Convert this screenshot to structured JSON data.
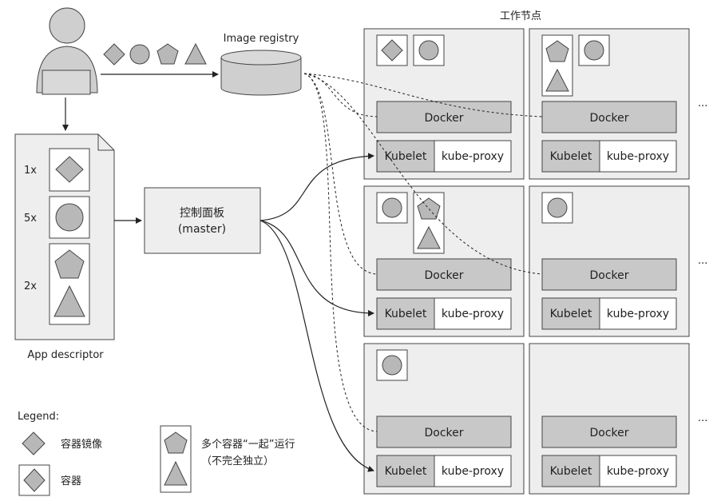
{
  "workers_title": "工作节点",
  "registry_label": "Image registry",
  "master": {
    "line1": "控制面板",
    "line2": "(master)"
  },
  "descriptor": {
    "label": "App descriptor",
    "rows": [
      {
        "count": "1x"
      },
      {
        "count": "5x"
      },
      {
        "count": "2x"
      }
    ]
  },
  "node": {
    "docker": "Docker",
    "kubelet": "Kubelet",
    "kube_proxy": "kube-proxy"
  },
  "more": "...",
  "legend": {
    "title": "Legend:",
    "image": "容器镜像",
    "container": "容器",
    "pod_line1": "多个容器“一起”运行",
    "pod_line2": "（不完全独立）"
  },
  "colors": {
    "gray_shape": "#b8b8b8",
    "panel": "#eeeeee",
    "docker": "#c8c8c8",
    "stroke": "#444444"
  }
}
